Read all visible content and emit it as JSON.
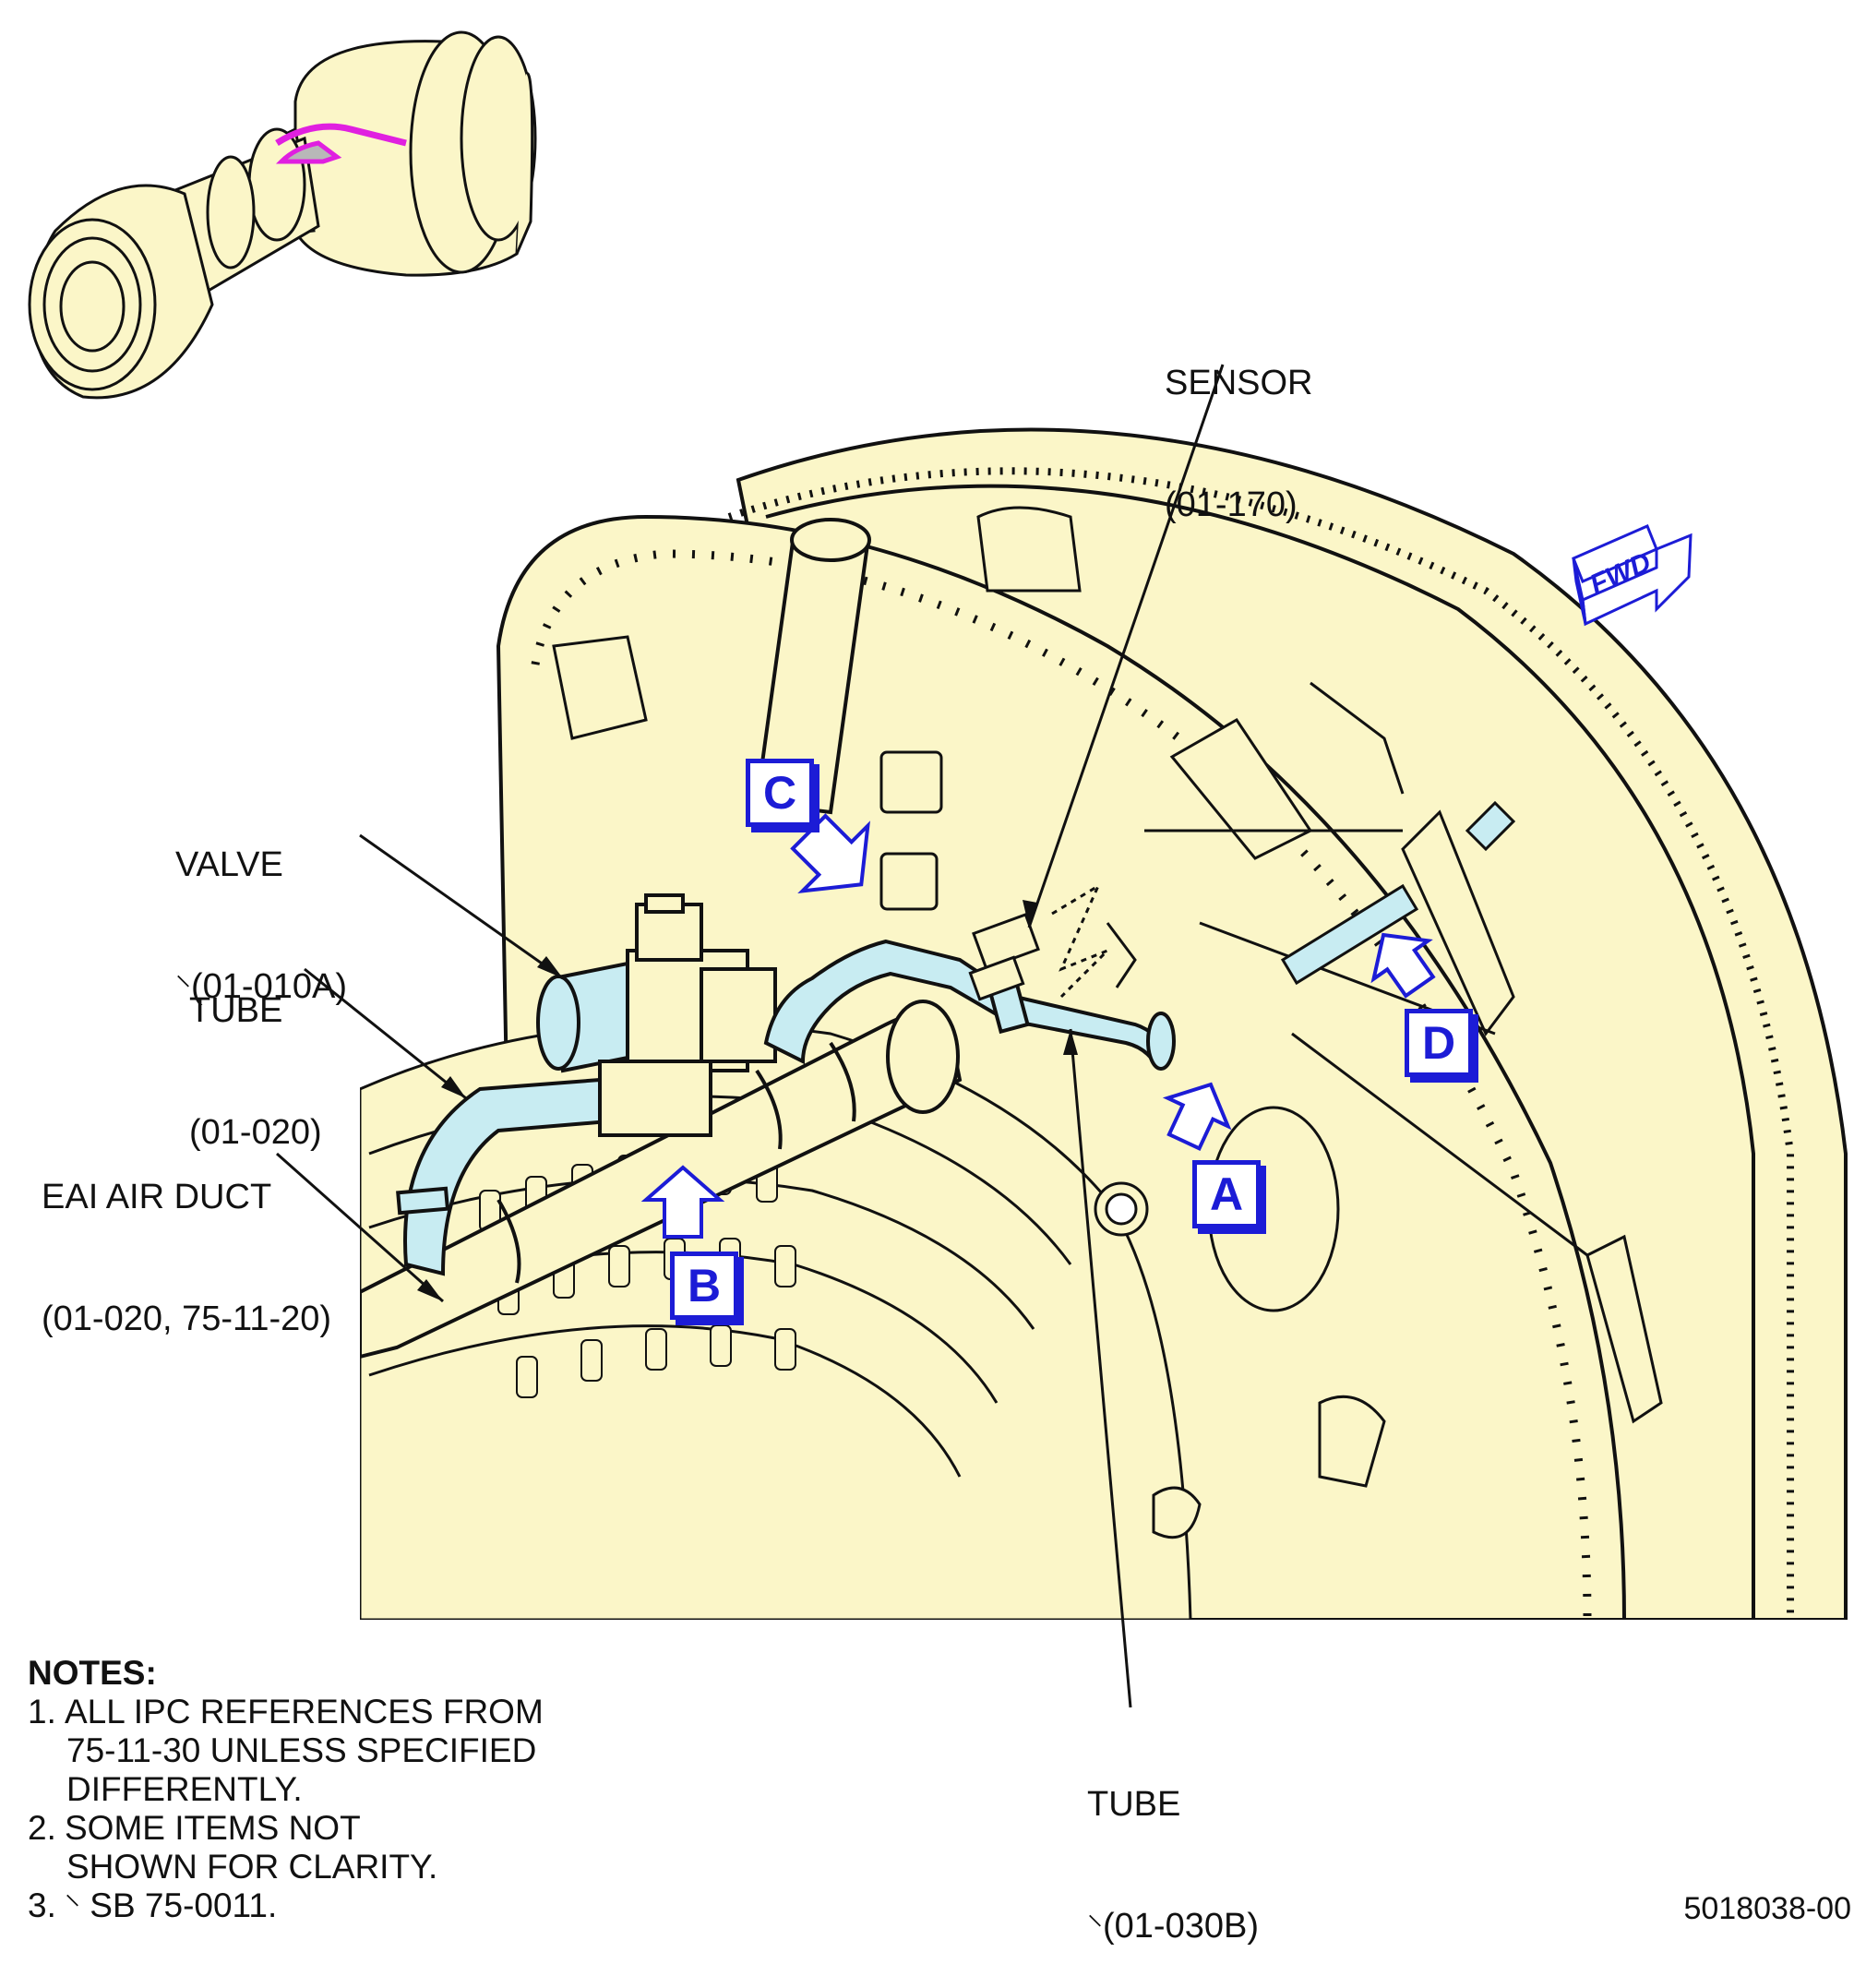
{
  "labels": {
    "sensor": {
      "name": "SENSOR",
      "ref": "(01-170)"
    },
    "valve": {
      "name": "VALVE",
      "ref": "(01-010A)"
    },
    "tube_top": {
      "name": "TUBE",
      "ref": "(01-020)"
    },
    "eai_duct": {
      "name": "EAI AIR DUCT",
      "ref": "(01-020, 75-11-20)"
    },
    "tube_bottom": {
      "name": "TUBE",
      "ref": "(01-030B)"
    }
  },
  "callouts": {
    "a": "A",
    "b": "B",
    "c": "C",
    "d": "D"
  },
  "fwd_label": "FWD",
  "notes": {
    "heading": "NOTES:",
    "n1_num": "1.",
    "n1_line1": "ALL IPC REFERENCES FROM",
    "n1_line2": "75-11-30 UNLESS SPECIFIED",
    "n1_line3": "DIFFERENTLY.",
    "n2_num": "2.",
    "n2_line1": "SOME ITEMS NOT",
    "n2_line2": "SHOWN FOR CLARITY.",
    "n3_num": "3.",
    "n3_text": "SB 75-0011."
  },
  "figure_number": "5018038-00",
  "colors": {
    "engine_fill": "#fbf6c8",
    "tube_fill": "#c8ecf2",
    "callout_blue": "#1c1cd6",
    "locator_highlight": "#e020e0"
  }
}
